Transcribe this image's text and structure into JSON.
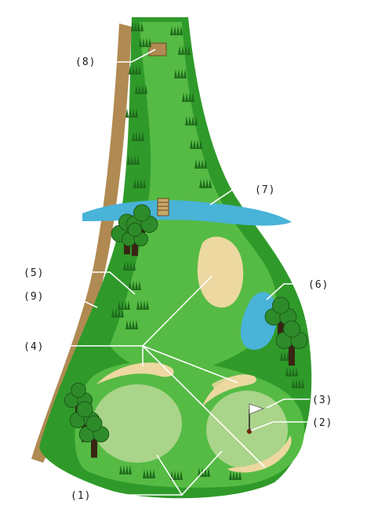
{
  "labels": {
    "l1": "(1)",
    "l2": "(2)",
    "l3": "(3)",
    "l4": "(4)",
    "l5": "(5)",
    "l6": "(6)",
    "l7": "(7)",
    "l8": "(8)",
    "l9": "(9)"
  },
  "colors": {
    "rough": "#2f9a2a",
    "fairway": "#55bb44",
    "green": "#a9d48a",
    "bunker": "#ecd8a0",
    "water": "#49b3d8",
    "path": "#b08a52",
    "tree_foliage": "#2e8b2a",
    "tree_trunk": "#3a2414",
    "grass_blade": "#1f6b1c",
    "leader": "#ffffff"
  }
}
